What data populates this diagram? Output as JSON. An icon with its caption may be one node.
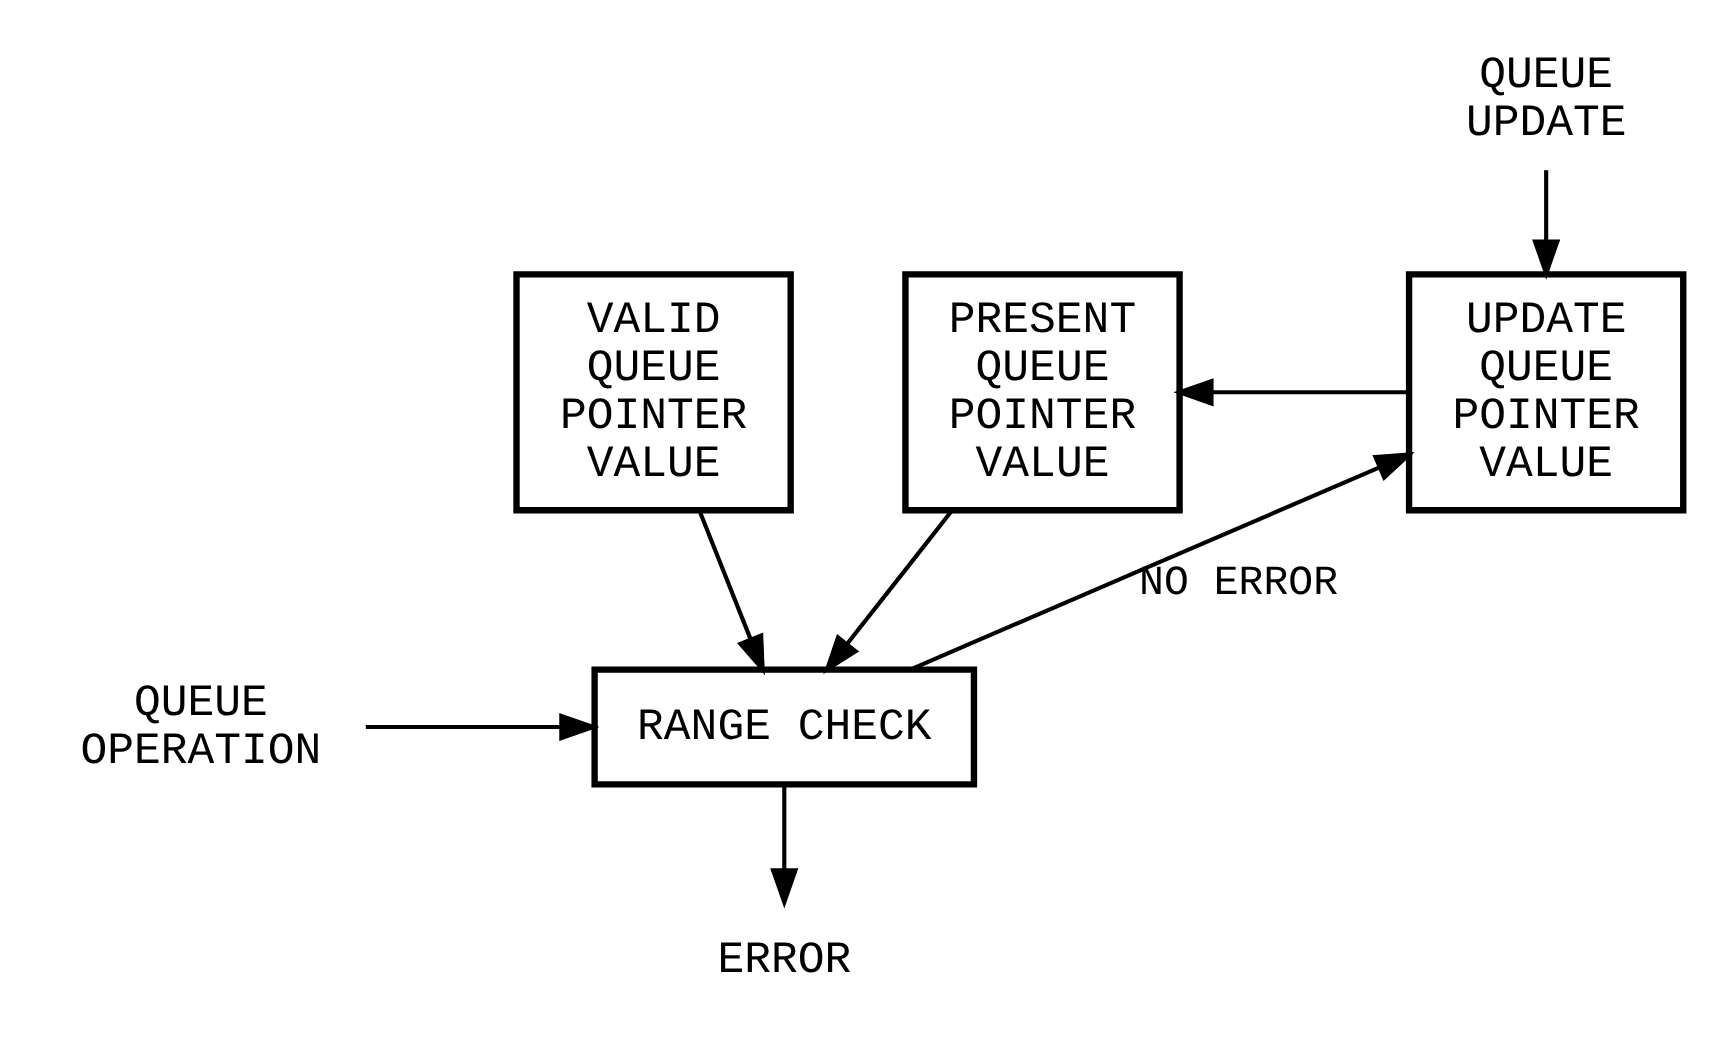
{
  "diagram": {
    "nodes": [
      {
        "text": [
          "VALID QUEUE POINTER VALUE"
        ]
      },
      {
        "text": [
          "PRESENT QUEUE POINTER VALUE"
        ]
      },
      {
        "text": [
          "UPDATE QUEUE POINTER VALUE"
        ]
      },
      {
        "text": [
          "QUEUE UPDATE"
        ]
      },
      {
        "text": [
          "QUEUE OPERATION"
        ]
      },
      {
        "text": [
          "RANGE CHECK"
        ]
      },
      {
        "text": [
          "ERROR"
        ]
      }
    ],
    "edges": [
      {
        "from": 3,
        "to": 2,
        "arrow": "to"
      },
      {
        "from": 2,
        "to": 1,
        "arrow": "to"
      },
      {
        "from": 0,
        "to": 5,
        "arrow": "to"
      },
      {
        "from": 1,
        "to": 5,
        "arrow": "to"
      },
      {
        "from": 4,
        "to": 5,
        "arrow": "to"
      },
      {
        "from": 5,
        "to": 2,
        "arrow": "to",
        "label": "NO ERROR"
      },
      {
        "from": 5,
        "to": 6,
        "arrow": "to"
      }
    ]
  }
}
